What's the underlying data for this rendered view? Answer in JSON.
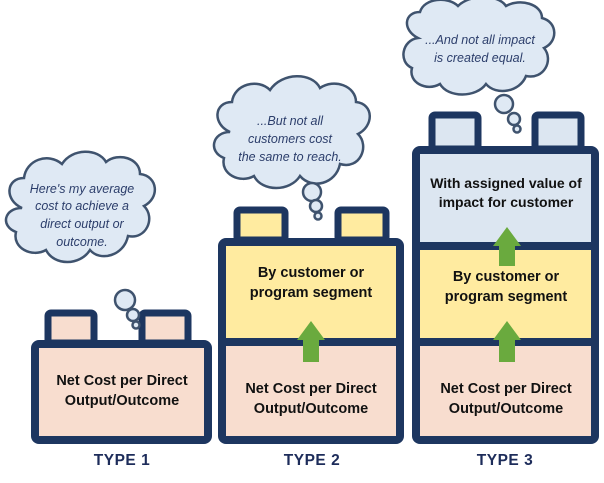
{
  "colors": {
    "frame": "#1d3660",
    "peach": "#f8ddcf",
    "yellow": "#ffeba0",
    "blue": "#dce6f1",
    "arrow": "#6aaa3e",
    "cloud_fill": "#dfe9f4",
    "cloud_stroke": "#3f536e",
    "bubble_text": "#2c3e6b"
  },
  "types": [
    {
      "label": "TYPE 1",
      "layers": [
        "Net Cost per Direct Output/Outcome"
      ],
      "thought": "Here's my average cost to achieve a direct output or outcome."
    },
    {
      "label": "TYPE 2",
      "layers": [
        "Net Cost per Direct Output/Outcome",
        "By customer or program segment"
      ],
      "thought": "...But not all customers cost the same to reach."
    },
    {
      "label": "TYPE 3",
      "layers": [
        "Net Cost per Direct Output/Outcome",
        "By customer or program segment",
        "With assigned value of impact for customer"
      ],
      "thought": "...And not all impact is created equal."
    }
  ]
}
